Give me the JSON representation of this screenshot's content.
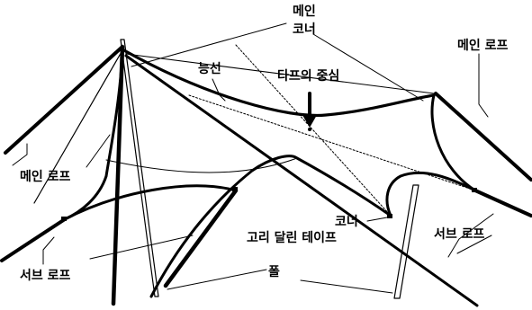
{
  "labels": {
    "main_corner_line1": "메인",
    "main_corner_line2": "코너",
    "main_rope_right": "메인 로프",
    "main_rope_left": "메인 로프",
    "ridge": "능선",
    "tarp_center": "타프의 중심",
    "corner_tape_line1": "코너",
    "corner_tape_line2": "고리 달린 테이프",
    "sub_rope_right": "서브 로프",
    "sub_rope_left": "서브 로프",
    "pole": "폴"
  }
}
